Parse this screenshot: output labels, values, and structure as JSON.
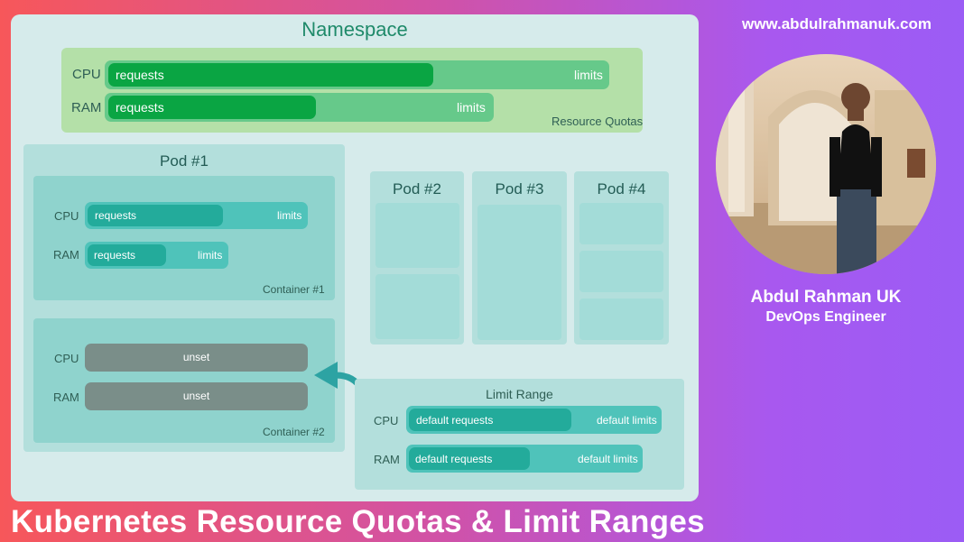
{
  "watermark": "www.abdulrahmanuk.com",
  "title": "Kubernetes Resource Quotas & Limit Ranges",
  "person": {
    "name": "Abdul Rahman UK",
    "role": "DevOps Engineer"
  },
  "namespace": {
    "title": "Namespace",
    "quota_label": "Resource Quotas",
    "cpu": {
      "label": "CPU",
      "requests": "requests",
      "limits": "limits"
    },
    "ram": {
      "label": "RAM",
      "requests": "requests",
      "limits": "limits"
    }
  },
  "pod1": {
    "title": "Pod #1",
    "container1": {
      "label": "Container #1",
      "cpu": {
        "label": "CPU",
        "requests": "requests",
        "limits": "limits"
      },
      "ram": {
        "label": "RAM",
        "requests": "requests",
        "limits": "limits"
      }
    },
    "container2": {
      "label": "Container #2",
      "cpu": {
        "label": "CPU",
        "value": "unset"
      },
      "ram": {
        "label": "RAM",
        "value": "unset"
      }
    }
  },
  "pods": [
    {
      "title": "Pod #2"
    },
    {
      "title": "Pod #3"
    },
    {
      "title": "Pod #4"
    }
  ],
  "limit_range": {
    "title": "Limit Range",
    "cpu": {
      "label": "CPU",
      "requests": "default requests",
      "limits": "default limits"
    },
    "ram": {
      "label": "RAM",
      "requests": "default requests",
      "limits": "default limits"
    }
  },
  "colors": {
    "quota_limit": "#66c98a",
    "quota_request": "#0aa543",
    "container_limit": "#4fc3ba",
    "container_request": "#23ab9b",
    "unset": "#7a8e89",
    "arrow": "#2da3a3"
  }
}
